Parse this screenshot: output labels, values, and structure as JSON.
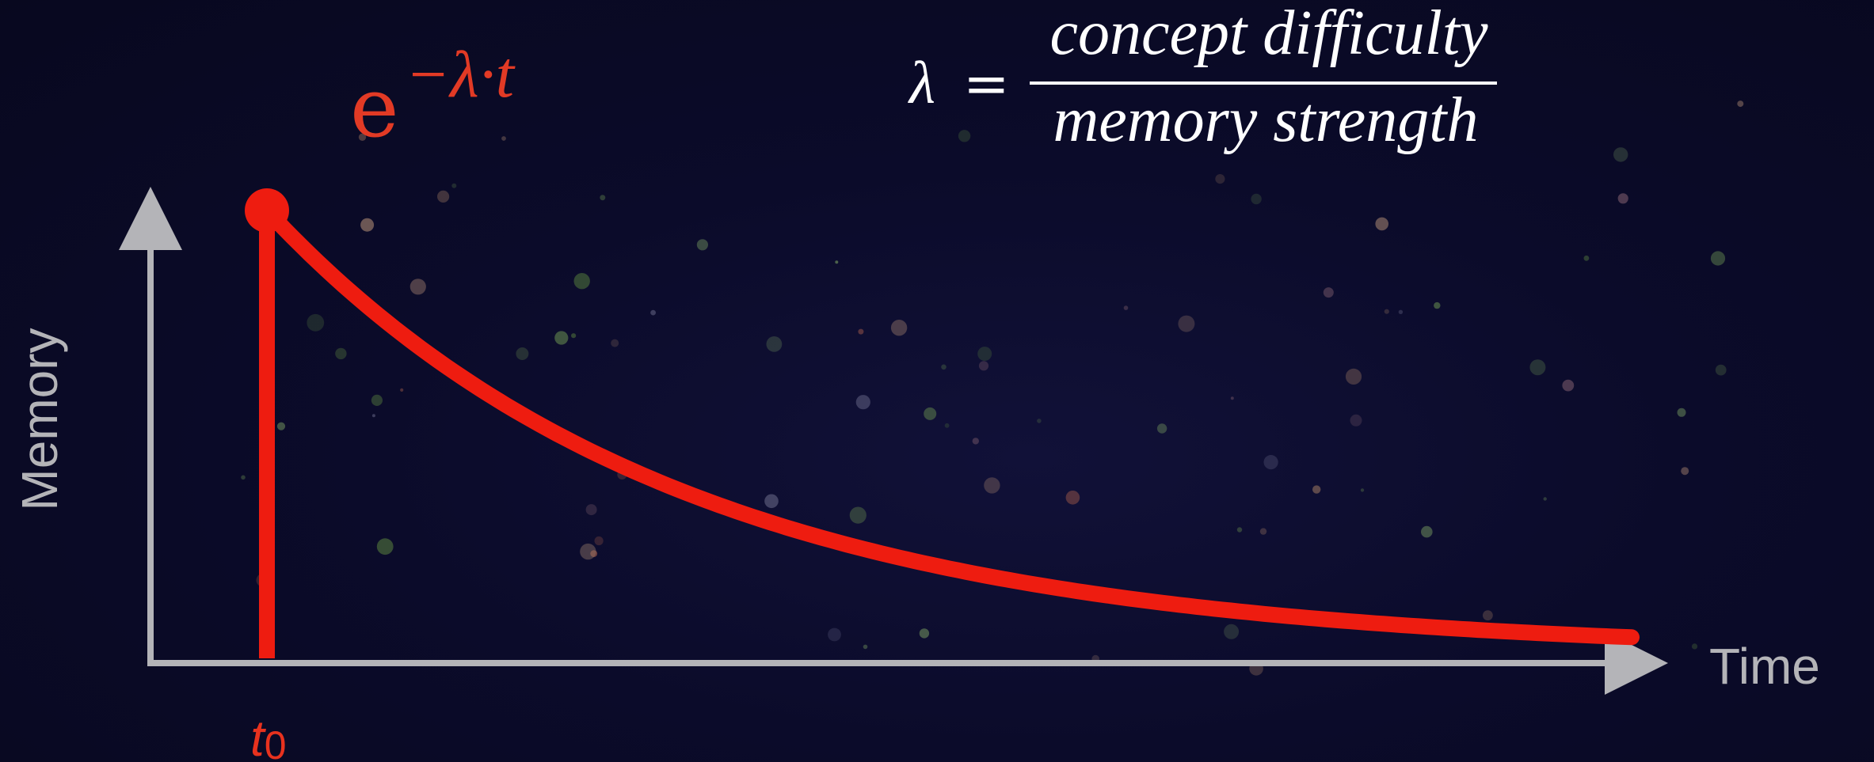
{
  "decay_formula": {
    "base": "e",
    "exponent": "−λ·t",
    "color": "#e23a25"
  },
  "lambda_definition": {
    "symbol": "λ",
    "equals": "=",
    "numerator": "concept difficulty",
    "denominator": "memory strength",
    "color": "#ffffff"
  },
  "axes": {
    "x_label": "Time",
    "y_label": "Memory",
    "color": "#b4b4b8"
  },
  "marker": {
    "base": "t",
    "subscript": "0",
    "color": "#e8321e"
  },
  "curve": {
    "color": "#ee1c10"
  },
  "background": {
    "color": "#0a0a26"
  }
}
